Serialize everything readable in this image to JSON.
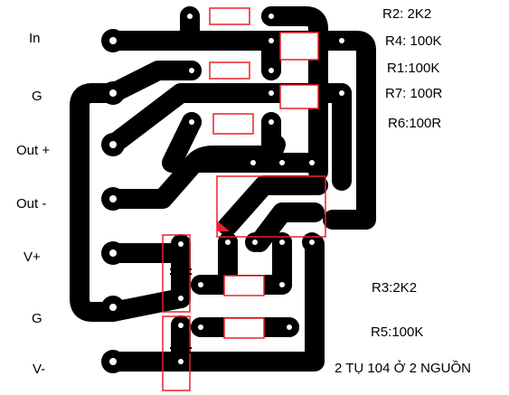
{
  "pins": {
    "in": "In",
    "g1": "G",
    "out_plus": "Out +",
    "out_minus": "Out -",
    "v_plus": "V+",
    "g2": "G",
    "v_minus": "V-"
  },
  "components": {
    "r2": "R2: 2K2",
    "r4": "R4: 100K",
    "r1": "R1:100K",
    "r7": "R7: 100R",
    "r6": "R6:100R",
    "r3": "R3:2K2",
    "r5": "R5:100K"
  },
  "note": "2 TỤ 104 Ở 2 NGUỒN",
  "colors": {
    "trace": "#000000",
    "pad_hole": "#ffffff",
    "outline": "#e8232a",
    "triangle": "#e8232a"
  }
}
